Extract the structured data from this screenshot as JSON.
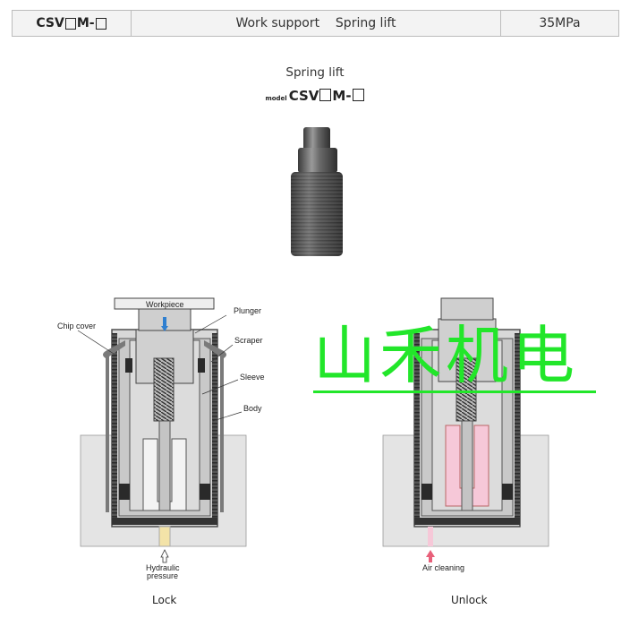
{
  "header": {
    "model_prefix": "CSV",
    "model_mid": "M-",
    "category": "Work support    Spring lift",
    "pressure": "35MPa"
  },
  "product": {
    "subtitle": "Spring lift",
    "model_small": "model",
    "model_prefix": "CSV",
    "model_mid": "M-"
  },
  "diagram_lock": {
    "labels": {
      "workpiece": "Workpiece",
      "plunger": "Plunger",
      "chip_cover": "Chip cover",
      "scraper": "Scraper",
      "sleeve": "Sleeve",
      "body": "Body",
      "hydraulic_1": "Hydraulic",
      "hydraulic_2": "pressure"
    },
    "caption": "Lock"
  },
  "diagram_unlock": {
    "labels": {
      "air": "Air cleaning"
    },
    "caption": "Unlock"
  },
  "watermark": "山禾机电",
  "colors": {
    "watermark": "#22e62a",
    "pink": "#f6c8d8",
    "blue_arrow": "#2f7fd0",
    "pink_arrow": "#e8607a"
  }
}
